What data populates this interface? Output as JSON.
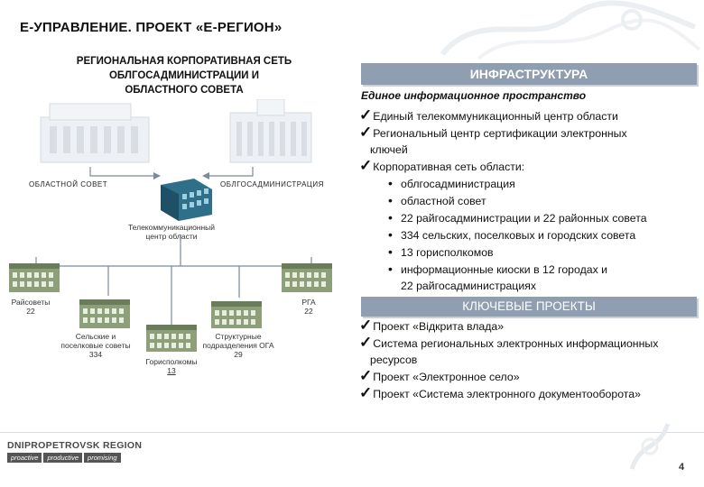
{
  "title": "Е-УПРАВЛЕНИЕ. ПРОЕКТ «Е-РЕГИОН»",
  "diagram": {
    "heading": [
      "РЕГИОНАЛЬНАЯ КОРПОРАТИВНАЯ СЕТЬ",
      "ОБЛГОСАДМИНИСТРАЦИИ И",
      "ОБЛАСТНОГО СОВЕТА"
    ],
    "oblast_council": "ОБЛАСТНОЙ СОВЕТ",
    "oblast_admin": "ОБЛГОСАДМИНИСТРАЦИЯ",
    "telecom_center": [
      "Телекоммуникационный",
      "центр области"
    ],
    "raisovety": [
      "Райсоветы",
      "22"
    ],
    "rga": [
      "РГА",
      "22"
    ],
    "village": [
      "Сельские и",
      "поселковые советы",
      "334"
    ],
    "gorispolkomy": [
      "Горисполкомы",
      "13"
    ],
    "struct": [
      "Структурные",
      "подразделения ОГА",
      "29"
    ]
  },
  "infrastructure": {
    "header": "ИНФРАСТРУКТУРА",
    "subtitle": "Единое информационное пространство",
    "items": [
      "Единый телекоммуникационный центр  области",
      "Региональный центр сертификации электронных",
      "ключей",
      "Корпоративная сеть  области:"
    ],
    "bullets": [
      "облгосадминистрация",
      "областной совет",
      "22 райгосадминистрации и 22 районных совета",
      "334 сельских, поселковых и городских совета",
      "13 горисполкомов",
      "информационные киоски в 12 городах и"
    ],
    "bullet_tail": "22 райгосадминистрациях"
  },
  "key_projects": {
    "header": "КЛЮЧЕВЫЕ ПРОЕКТЫ",
    "items": [
      "Проект «Відкрита влада»",
      "Система региональных электронных информационных",
      "ресурсов",
      "Проект «Электронное село»",
      "Проект «Система электронного документооборота»"
    ]
  },
  "footer": {
    "logo": "DNIPROPETROVSK REGION",
    "tags": [
      "proactive",
      "productive",
      "promising"
    ],
    "page": "4"
  },
  "colors": {
    "header_bg": "#8f9eb0",
    "line": "#7a8a9c"
  },
  "icons": {
    "check": "checkmark-icon",
    "building": "building-icon"
  }
}
